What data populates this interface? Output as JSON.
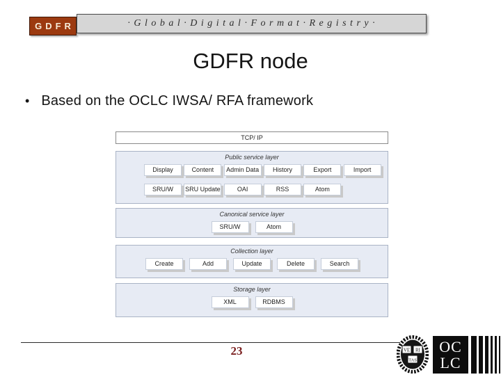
{
  "header": {
    "logo_text": "GDFR",
    "banner_text": "· G l o b a l · D i g i t a l · F o r m a t · R e g i s t r y ·"
  },
  "title": "GDFR node",
  "bullet": {
    "marker": "•",
    "text": "Based on the OCLC IWSA/ RFA framework"
  },
  "diagram": {
    "tcp_label": "TCP/ IP",
    "layers": [
      {
        "name": "Public service layer",
        "rows": [
          [
            "Display",
            "Content",
            "Admin Data",
            "History",
            "Export",
            "Import"
          ],
          [
            "SRU/W",
            "SRU Update",
            "OAI",
            "RSS",
            "Atom"
          ]
        ]
      },
      {
        "name": "Canonical service layer",
        "rows": [
          [
            "SRU/W",
            "Atom"
          ]
        ]
      },
      {
        "name": "Collection layer",
        "rows": [
          [
            "Create",
            "Add",
            "Update",
            "Delete",
            "Search"
          ]
        ]
      },
      {
        "name": "Storage layer",
        "rows": [
          [
            "XML",
            "RDBMS"
          ]
        ]
      }
    ]
  },
  "footer": {
    "page_number": "23",
    "oclc_line1": "OC",
    "oclc_line2": "LC",
    "seal_letters": [
      "VE",
      "RI",
      "TAS"
    ]
  },
  "colors": {
    "logo_background": "#9c3a10",
    "banner_background": "#d6d6d6",
    "layer_background": "#e7ebf4",
    "page_number_color": "#7b2121"
  }
}
